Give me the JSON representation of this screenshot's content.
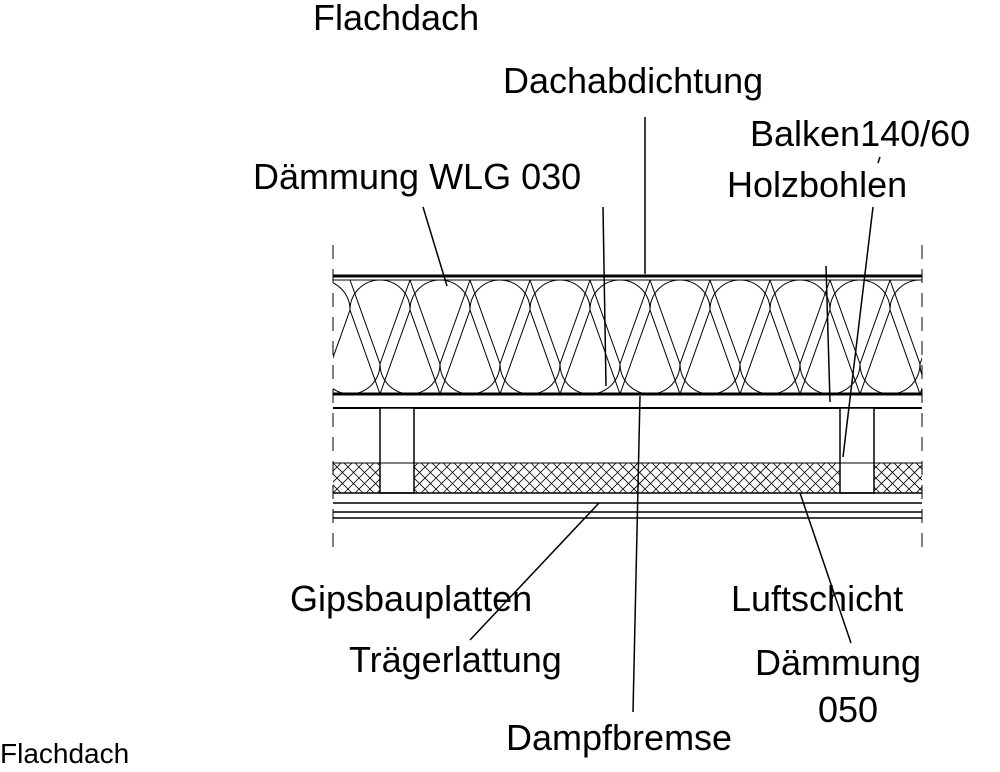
{
  "title": "Flachdach",
  "caption": "Flachdach",
  "labels": {
    "dachabdichtung": "Dachabdichtung",
    "balken": "Balken140/60",
    "daemmung_wlg": "Dämmung WLG 030",
    "holzbohlen": "Holzbohlen",
    "gipsbauplatten": "Gipsbauplatten",
    "luftschicht": "Luftschicht",
    "traegerlattung": "Trägerlattung",
    "daemmung050_line1": "Dämmung",
    "daemmung050_line2": "050",
    "dampfbremse": "Dampfbremse"
  },
  "colors": {
    "ink": "#000000",
    "paper": "#ffffff"
  }
}
